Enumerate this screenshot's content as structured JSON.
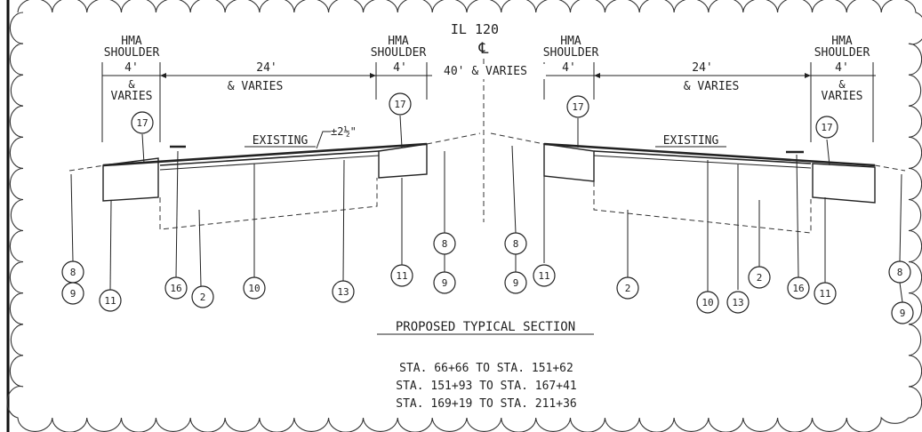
{
  "route": "IL 120",
  "centerline_symbol": "℄",
  "shoulder_label": "HMA",
  "shoulder_label_2": "SHOULDER",
  "dims": {
    "shoulder_width": "4'",
    "and_varies": "&",
    "varies": "VARIES",
    "lane_width": "24'",
    "lane_varies": "& VARIES",
    "median": "40' & VARIES"
  },
  "existing_label": "EXISTING",
  "thickness_label": "±2½\"",
  "callouts": {
    "c17": "17",
    "c16": "16",
    "c2": "2",
    "c10": "10",
    "c13": "13",
    "c11": "11",
    "c8": "8",
    "c9": "9"
  },
  "section_title": "PROPOSED TYPICAL SECTION",
  "stations": [
    "STA. 66+66 TO STA. 151+62",
    "STA. 151+93 TO STA. 167+41",
    "STA. 169+19 TO STA. 211+36"
  ]
}
